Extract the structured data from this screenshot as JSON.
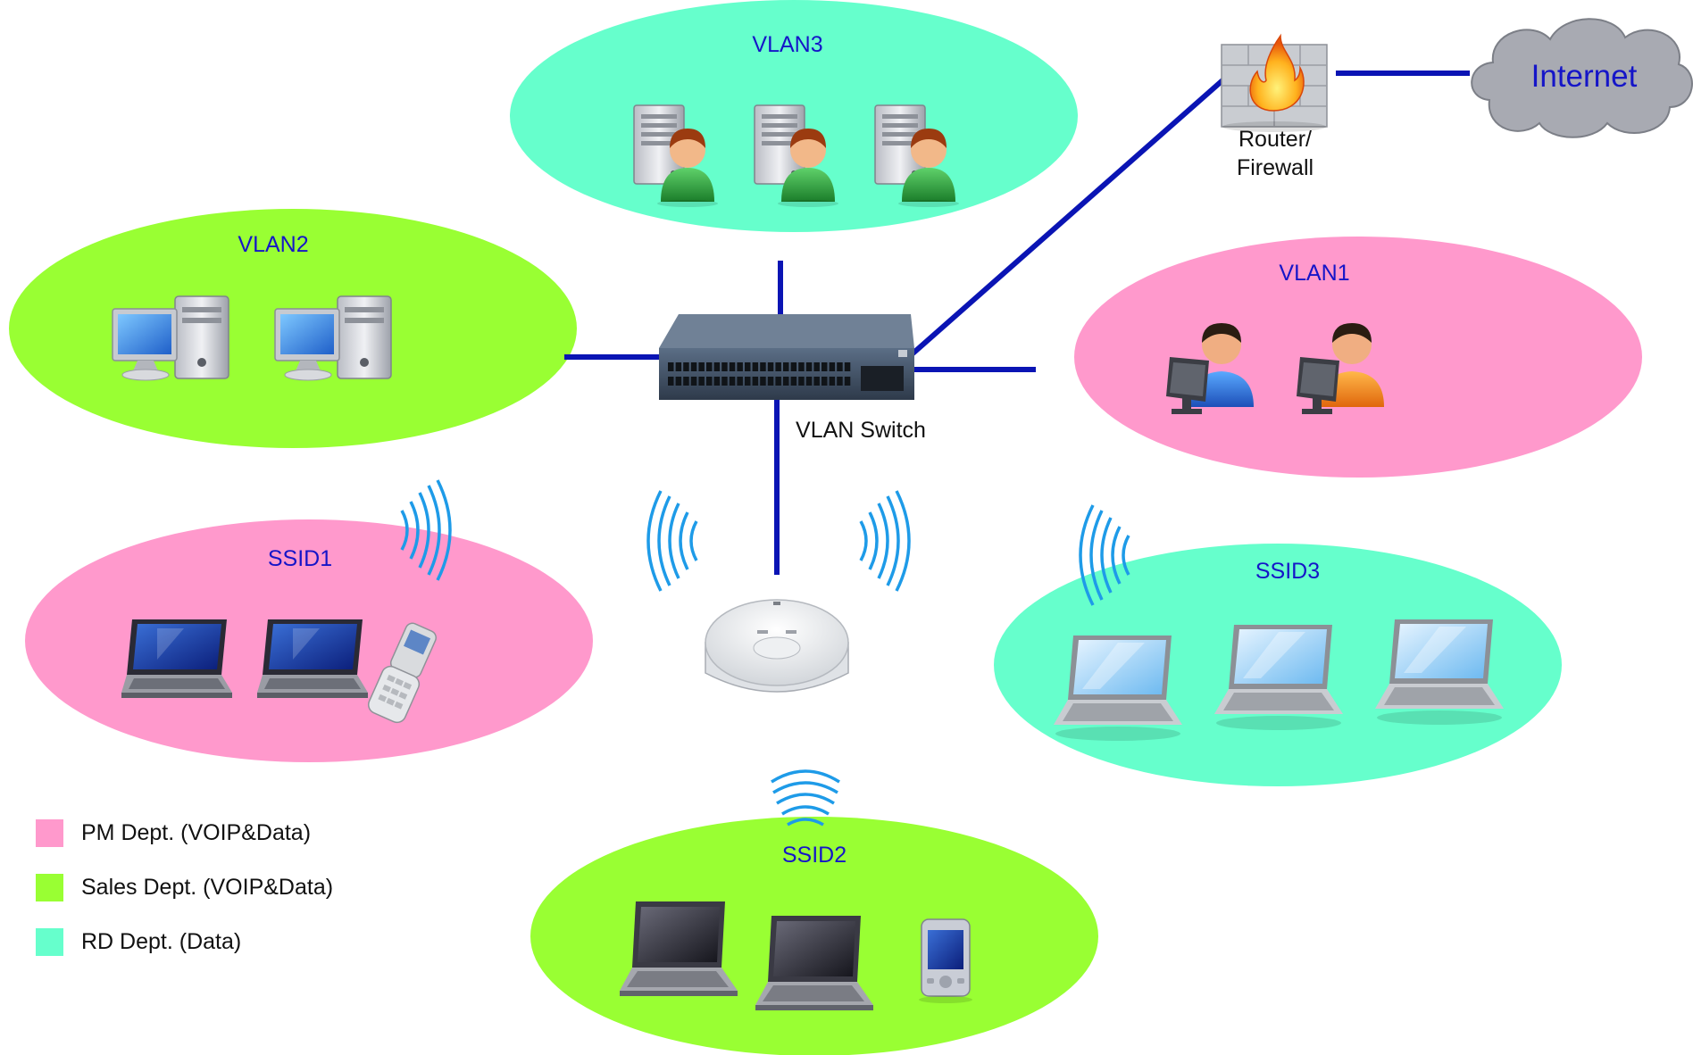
{
  "zones": [
    {
      "id": "vlan3",
      "label": "VLAN3",
      "dept": "rd"
    },
    {
      "id": "vlan2",
      "label": "VLAN2",
      "dept": "sales"
    },
    {
      "id": "vlan1",
      "label": "VLAN1",
      "dept": "pm"
    },
    {
      "id": "ssid1",
      "label": "SSID1",
      "dept": "pm"
    },
    {
      "id": "ssid2",
      "label": "SSID2",
      "dept": "sales"
    },
    {
      "id": "ssid3",
      "label": "SSID3",
      "dept": "rd"
    }
  ],
  "devices": {
    "switch": {
      "label": "VLAN Switch"
    },
    "router": {
      "label_line1": "Router/",
      "label_line2": "Firewall"
    },
    "internet": {
      "label": "Internet"
    }
  },
  "legend": [
    {
      "text": "PM Dept. (VOIP&Data)",
      "color": "#ff99cc"
    },
    {
      "text": "Sales Dept. (VOIP&Data)",
      "color": "#99ff33"
    },
    {
      "text": "RD Dept. (Data)",
      "color": "#66ffcc"
    }
  ],
  "colors": {
    "pm": "#ff99cc",
    "sales": "#99ff33",
    "rd": "#66ffcc",
    "link": "#0a14b4",
    "wifi": "#1e9be8",
    "cloud": "#a8aab2",
    "label_blue": "#1515c8"
  }
}
